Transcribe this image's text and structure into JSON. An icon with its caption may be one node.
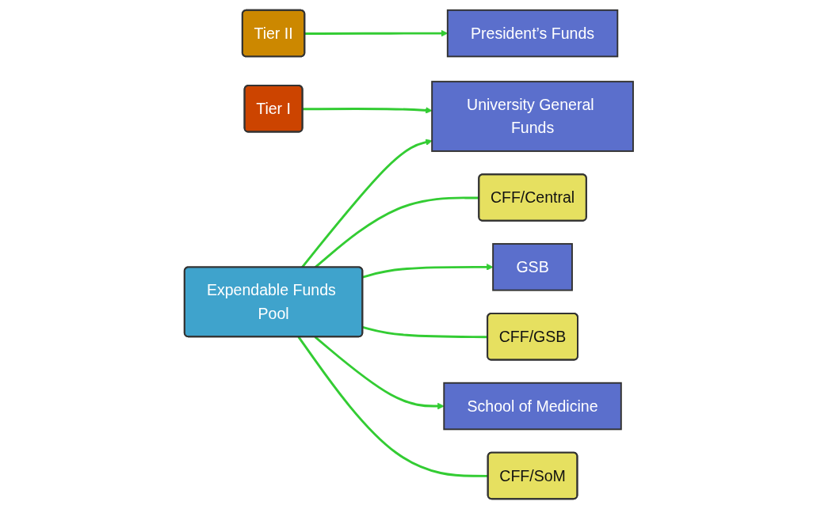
{
  "diagram": {
    "nodes": [
      {
        "text": [
          "Tier II"
        ]
      },
      {
        "text": [
          "President’s Funds"
        ]
      },
      {
        "text": [
          "Tier I"
        ]
      },
      {
        "text": [
          "University General Funds"
        ]
      },
      {
        "text": [
          "Expendable Funds Pool"
        ]
      },
      {
        "text": [
          "CFF/Central"
        ]
      },
      {
        "text": [
          "GSB"
        ]
      },
      {
        "text": [
          "CFF/GSB"
        ]
      },
      {
        "text": [
          "School of Medicine"
        ]
      },
      {
        "text": [
          "CFF/SoM"
        ]
      }
    ],
    "edges": [
      {
        "from": 0,
        "to": 1,
        "arrow": "to"
      },
      {
        "from": 2,
        "to": 3,
        "arrow": "to"
      },
      {
        "from": 4,
        "to": 3,
        "arrow": "to"
      },
      {
        "from": 4,
        "to": 5,
        "arrow": "none"
      },
      {
        "from": 4,
        "to": 6,
        "arrow": "to"
      },
      {
        "from": 4,
        "to": 7,
        "arrow": "none"
      },
      {
        "from": 4,
        "to": 8,
        "arrow": "to"
      },
      {
        "from": 4,
        "to": 9,
        "arrow": "none"
      }
    ]
  }
}
